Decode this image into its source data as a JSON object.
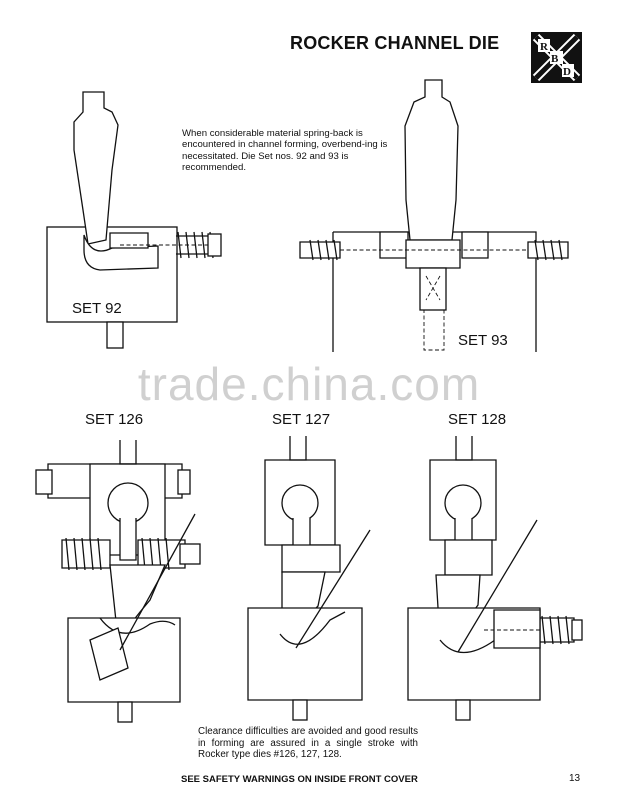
{
  "header": {
    "title": "ROCKER CHANNEL DIE",
    "logo_letters": [
      "R",
      "B",
      "D"
    ]
  },
  "intro_text": "When considerable material spring-back is encountered in channel forming, overbend-ing is necessitated. Die Set nos. 92 and 93 is recommended.",
  "sets": {
    "set92": "SET 92",
    "set93": "SET 93",
    "set126": "SET 126",
    "set127": "SET 127",
    "set128": "SET 128"
  },
  "closing_text": "Clearance difficulties are avoided and good results in forming are assured in a single stroke with Rocker type dies #126, 127, 128.",
  "footer": {
    "warning": "SEE SAFETY WARNINGS ON INSIDE FRONT COVER",
    "page_number": "13"
  },
  "watermark": "trade.china.com"
}
